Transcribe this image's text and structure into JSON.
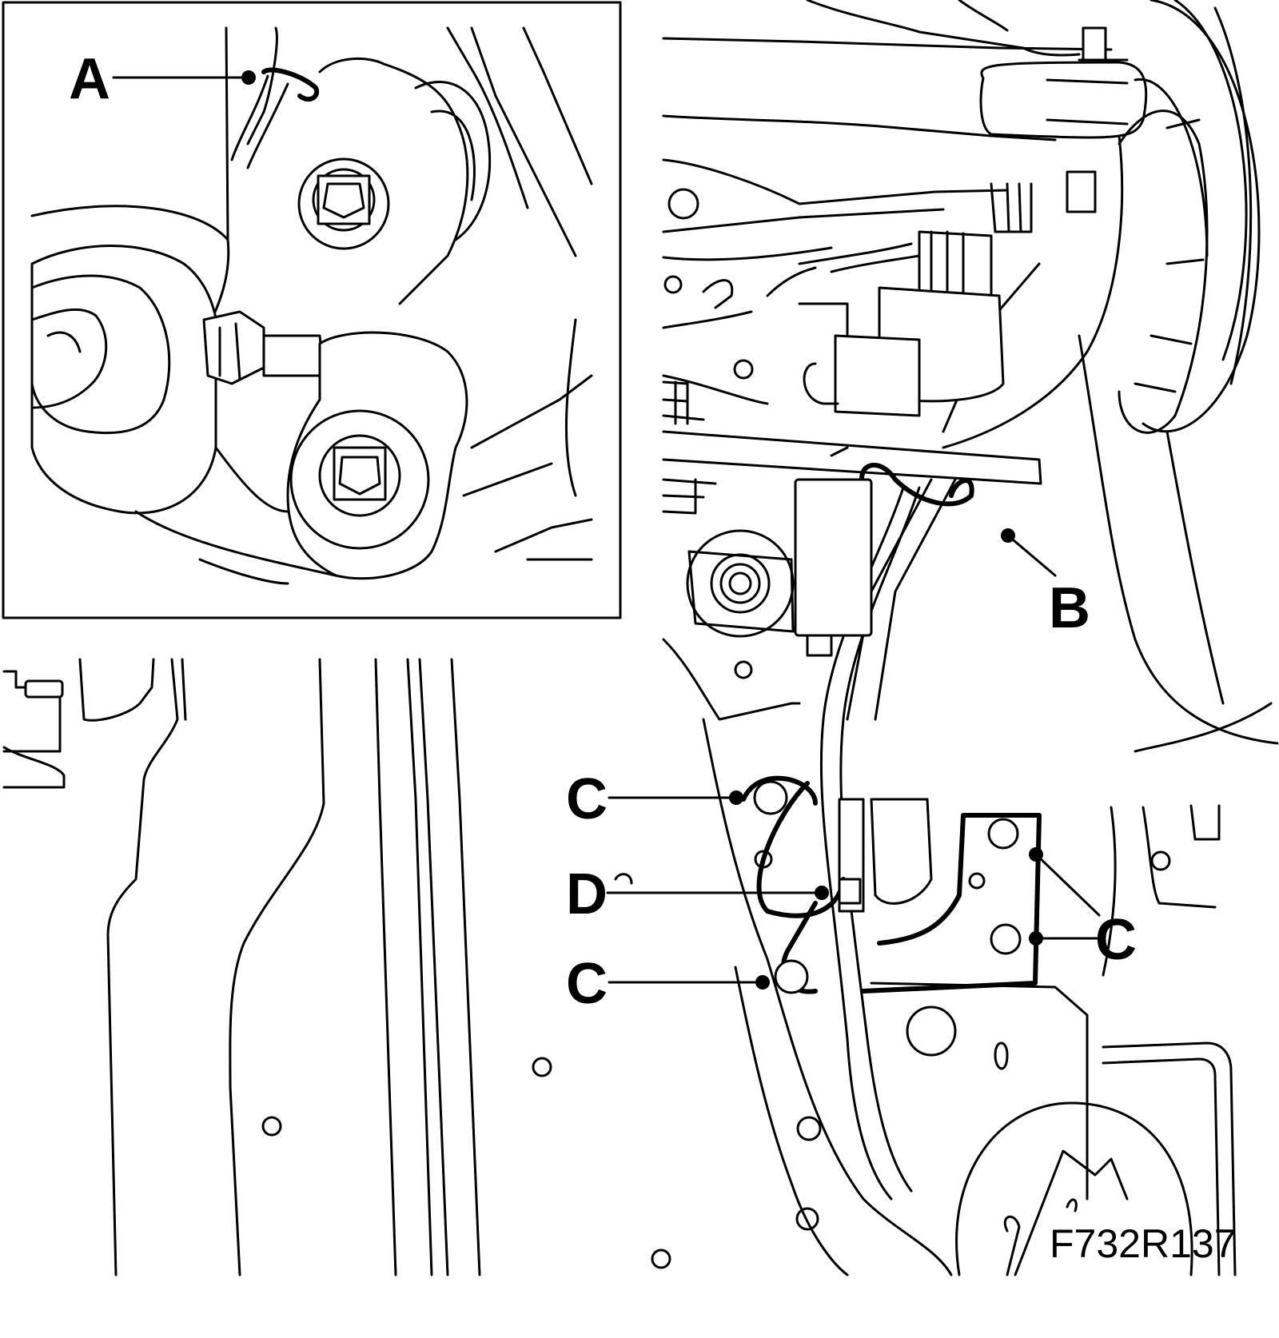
{
  "callouts": {
    "a": "A",
    "b": "B",
    "c": "C",
    "d": "D"
  },
  "figure_code": "F732R137"
}
